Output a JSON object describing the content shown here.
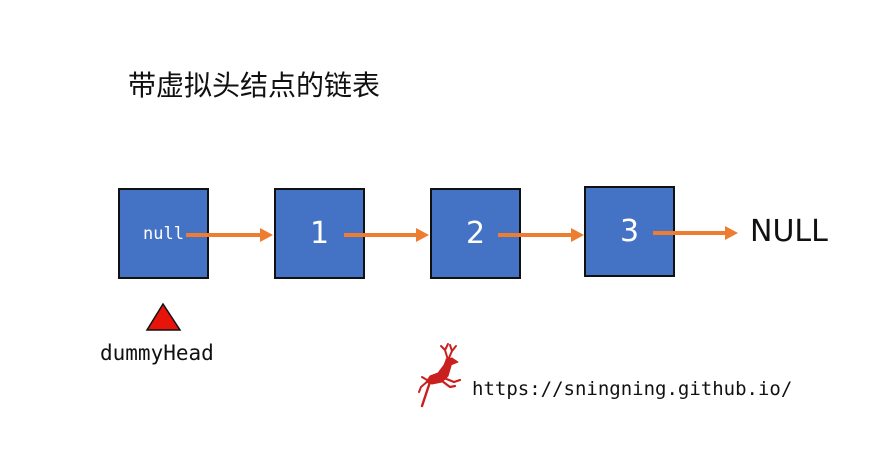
{
  "title": "带虚拟头结点的链表",
  "nodes": [
    {
      "label": "null"
    },
    {
      "label": "1"
    },
    {
      "label": "2"
    },
    {
      "label": "3"
    }
  ],
  "tail_label": "NULL",
  "pointer_label": "dummyHead",
  "url": "https://sningning.github.io/",
  "colors": {
    "node_fill": "#4472c4",
    "node_border": "#111111",
    "arrow": "#ed7d31",
    "pointer": "#e8140c",
    "deer": "#c9201f"
  },
  "icons": {
    "pointer": "triangle-up-icon",
    "logo": "deer-icon"
  }
}
